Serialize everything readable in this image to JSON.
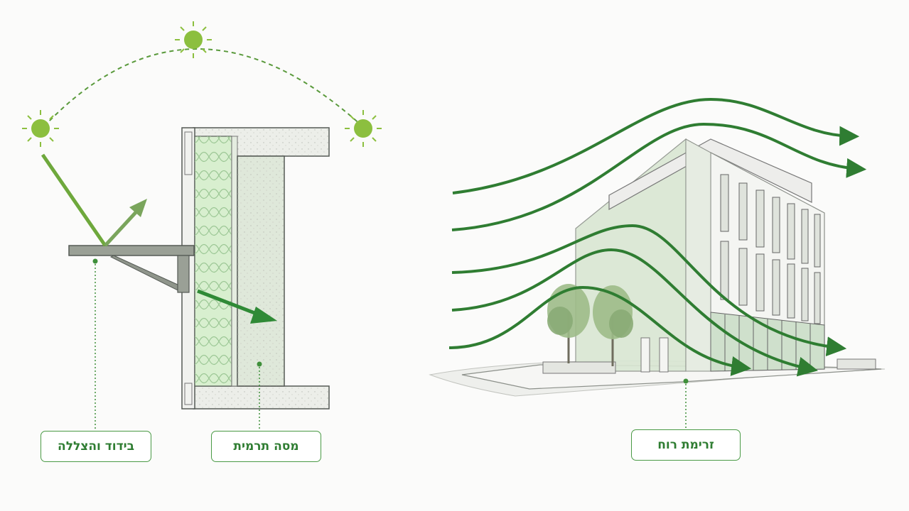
{
  "labels": {
    "insulation_shading": "בידוד והצללה",
    "thermal_mass": "מסה תרמית",
    "wind_flow": "זרימת רוח"
  },
  "colors": {
    "accent_green": "#2f7d32",
    "sun_green": "#8cbf3f",
    "insulation_green": "#d8efcf",
    "concrete_gray": "#e6e9e3",
    "outline_gray": "#555a55"
  },
  "icons": [
    "sun-icon",
    "wind-arrow-icon",
    "building-illustration",
    "tree-icon"
  ]
}
